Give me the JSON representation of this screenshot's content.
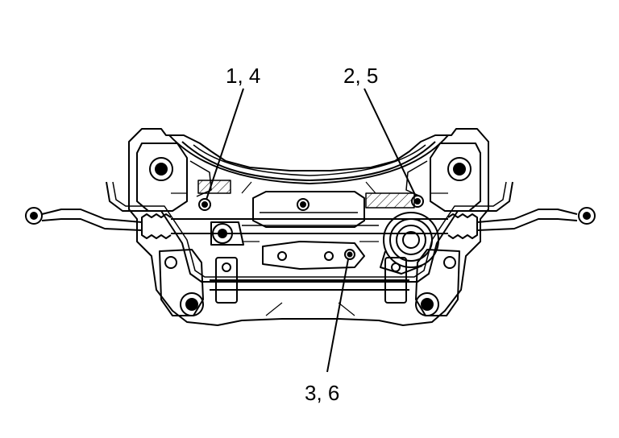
{
  "diagram": {
    "callouts": [
      {
        "id": "c1",
        "label": "1, 4"
      },
      {
        "id": "c2",
        "label": "2, 5"
      },
      {
        "id": "c3",
        "label": "3, 6"
      }
    ]
  }
}
